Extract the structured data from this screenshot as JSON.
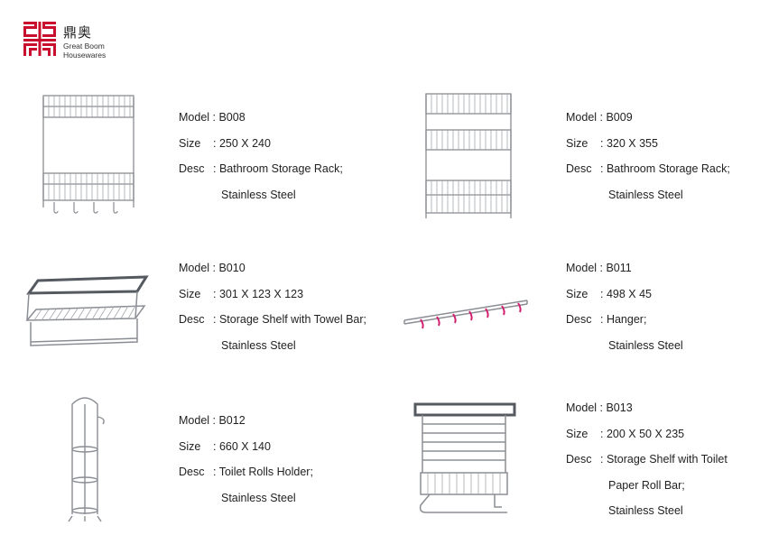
{
  "brand": {
    "name_cn": "鼎奥",
    "name_en_line1": "Great Boom",
    "name_en_line2": "Housewares",
    "color": "#c8102e"
  },
  "products": [
    {
      "model_label": "Model : ",
      "model": "B008",
      "size_label": "Size",
      "size": ": 250 X 240",
      "desc_label": "Desc",
      "desc": ": Bathroom Storage Rack;",
      "desc_lines": [
        "Stainless Steel"
      ]
    },
    {
      "model_label": "Model : ",
      "model": "B009",
      "size_label": "Size",
      "size": ": 320 X 355",
      "desc_label": "Desc",
      "desc": ": Bathroom Storage Rack;",
      "desc_lines": [
        "Stainless Steel"
      ]
    },
    {
      "model_label": "Model : ",
      "model": "B010",
      "size_label": "Size",
      "size": ": 301 X 123 X 123",
      "desc_label": "Desc",
      "desc": ": Storage Shelf with Towel Bar;",
      "desc_lines": [
        "Stainless Steel"
      ]
    },
    {
      "model_label": "Model : ",
      "model": "B011",
      "size_label": "Size",
      "size": ": 498 X 45",
      "desc_label": "Desc",
      "desc": ": Hanger;",
      "desc_lines": [
        "Stainless Steel"
      ]
    },
    {
      "model_label": "Model : ",
      "model": "B012",
      "size_label": "Size",
      "size": ": 660 X 140",
      "desc_label": "Desc",
      "desc": ": Toilet Rolls Holder;",
      "desc_lines": [
        "Stainless Steel"
      ]
    },
    {
      "model_label": "Model : ",
      "model": "B013",
      "size_label": "Size",
      "size": ": 200 X 50 X 235",
      "desc_label": "Desc",
      "desc": ": Storage Shelf with Toilet",
      "desc_lines": [
        "Paper Roll Bar;",
        "Stainless Steel"
      ]
    }
  ],
  "colors": {
    "steel": "#8a8d93",
    "steel_dark": "#555a61",
    "hook_accent": "#d21e6e"
  }
}
